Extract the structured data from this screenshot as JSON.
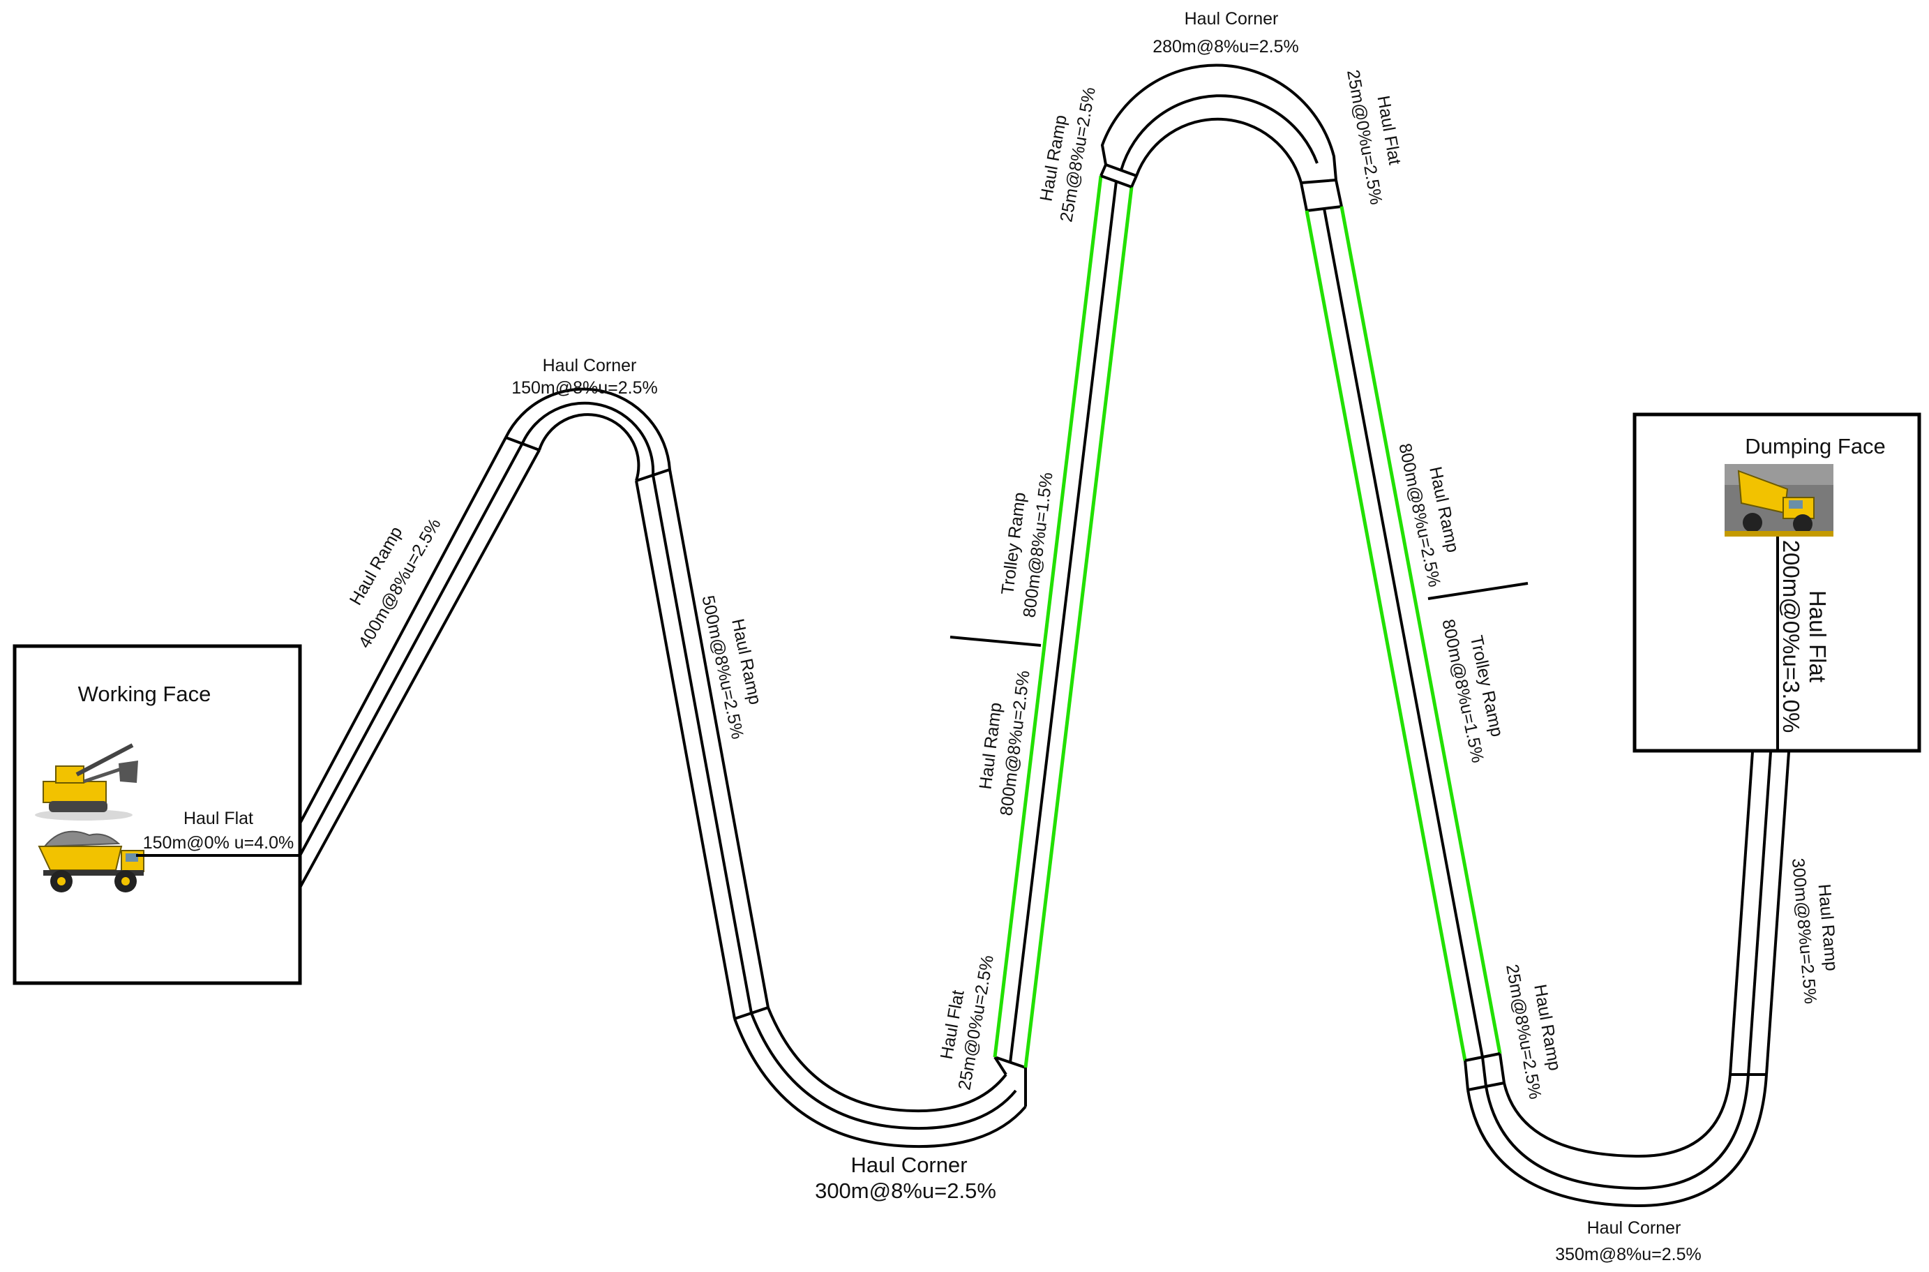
{
  "colors": {
    "road": "#000000",
    "trolley": "#22e000",
    "machine_yellow": "#f2c200"
  },
  "icons": {
    "shovel": "electric-shovel-icon",
    "truck_loaded": "loaded-haul-truck-icon",
    "truck_dumping": "dumping-haul-truck-icon"
  },
  "zones": {
    "working_face": "Working Face",
    "dumping_face": "Dumping Face"
  },
  "segments": [
    {
      "id": "flat_start",
      "type": "Haul Flat",
      "spec": "150m@0% u=4.0%"
    },
    {
      "id": "ramp_1",
      "type": "Haul Ramp",
      "spec": "400m@8%u=2.5%"
    },
    {
      "id": "corner_1",
      "type": "Haul Corner",
      "spec": "150m@8%u=2.5%"
    },
    {
      "id": "ramp_2",
      "type": "Haul Ramp",
      "spec": "500m@8%u=2.5%"
    },
    {
      "id": "corner_2",
      "type": "Haul Corner",
      "spec": "300m@8%u=2.5%"
    },
    {
      "id": "flat_bottom",
      "type": "Haul Flat",
      "spec": "25m@0%u=2.5%"
    },
    {
      "id": "ramp_3",
      "type": "Haul Ramp",
      "spec": "800m@8%u=2.5%"
    },
    {
      "id": "trolley_1",
      "type": "Trolley Ramp",
      "spec": "800m@8%u=1.5%"
    },
    {
      "id": "ramp_short_1",
      "type": "Haul Ramp",
      "spec": "25m@8%u=2.5%"
    },
    {
      "id": "corner_top",
      "type": "Haul Corner",
      "spec": "280m@8%u=2.5%"
    },
    {
      "id": "flat_top",
      "type": "Haul Flat",
      "spec": "25m@0%u=2.5%"
    },
    {
      "id": "ramp_4",
      "type": "Haul Ramp",
      "spec": "800m@8%u=2.5%"
    },
    {
      "id": "trolley_2",
      "type": "Trolley Ramp",
      "spec": "800m@8%u=1.5%"
    },
    {
      "id": "ramp_short_2",
      "type": "Haul Ramp",
      "spec": "25m@8%u=2.5%"
    },
    {
      "id": "corner_4",
      "type": "Haul Corner",
      "spec": "350m@8%u=2.5%"
    },
    {
      "id": "ramp_5",
      "type": "Haul Ramp",
      "spec": "300m@8%u=2.5%"
    },
    {
      "id": "flat_end",
      "type": "Haul Flat",
      "spec": "200m@0%u=3.0%"
    }
  ]
}
